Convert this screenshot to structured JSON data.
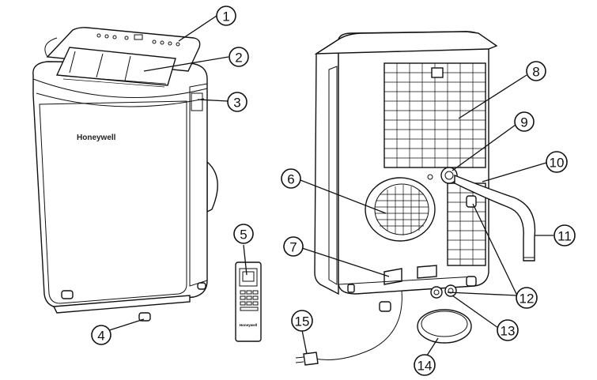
{
  "brand": {
    "unit_logo": "Honeywell",
    "remote_logo": "Honeywell"
  },
  "callouts": [
    {
      "id": 1,
      "label": "1"
    },
    {
      "id": 2,
      "label": "2"
    },
    {
      "id": 3,
      "label": "3"
    },
    {
      "id": 4,
      "label": "4"
    },
    {
      "id": 5,
      "label": "5"
    },
    {
      "id": 6,
      "label": "6"
    },
    {
      "id": 7,
      "label": "7"
    },
    {
      "id": 8,
      "label": "8"
    },
    {
      "id": 9,
      "label": "9"
    },
    {
      "id": 10,
      "label": "10"
    },
    {
      "id": 11,
      "label": "11"
    },
    {
      "id": 12,
      "label": "12"
    },
    {
      "id": 13,
      "label": "13"
    },
    {
      "id": 14,
      "label": "14"
    },
    {
      "id": 15,
      "label": "15"
    }
  ]
}
